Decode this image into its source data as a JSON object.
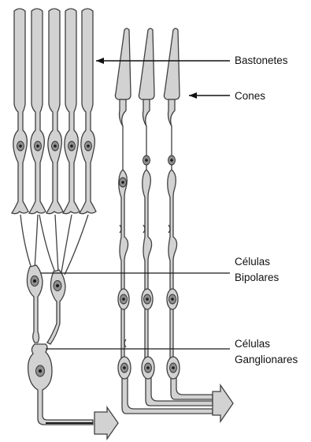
{
  "labels": {
    "bastonetes": "Bastonetes",
    "cones": "Cones",
    "bipolares": {
      "line1": "Células",
      "line2": "Bipolares"
    },
    "ganglionares": {
      "line1": "Células",
      "line2": "Ganglionares"
    }
  },
  "colors": {
    "cell_fill": "#d2d2d2",
    "outline": "#404040",
    "nucleus": "#8d8d8d",
    "line": "#111111"
  }
}
